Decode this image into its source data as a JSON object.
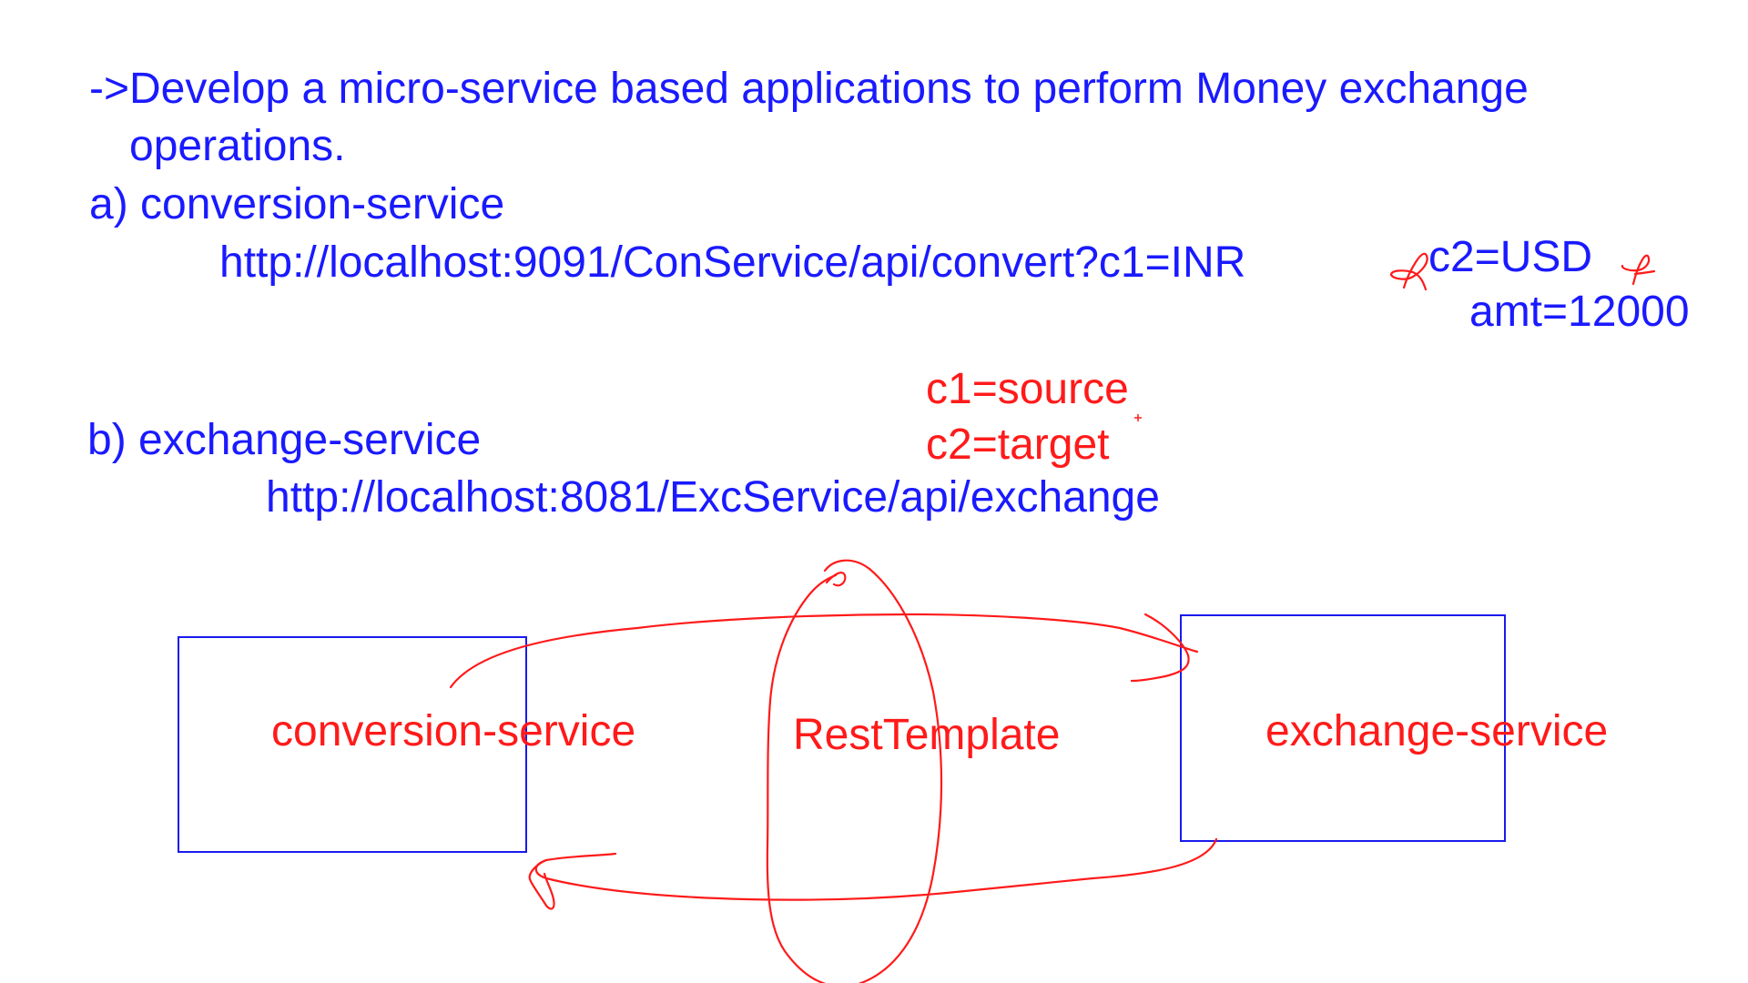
{
  "intro": {
    "line1": "->Develop a micro-service based applications to perform Money exchange",
    "line2": "operations."
  },
  "section_a": {
    "heading": "a) conversion-service",
    "url": "http://localhost:9091/ConService/api/convert?c1=INR",
    "param2": "c2=USD",
    "param3": "amt=12000"
  },
  "params_note": {
    "c1": "c1=source",
    "c2": "c2=target"
  },
  "section_b": {
    "heading": "b) exchange-service",
    "url": "http://localhost:8081/ExcService/api/exchange"
  },
  "diagram": {
    "left_box_label": "conversion-service",
    "middle_label": "RestTemplate",
    "right_box_label": "exchange-service"
  },
  "colors": {
    "text_blue": "#1a1aff",
    "ink_red": "#ff1a1a",
    "box_blue": "#1a1aee",
    "background": "#ffffff"
  }
}
